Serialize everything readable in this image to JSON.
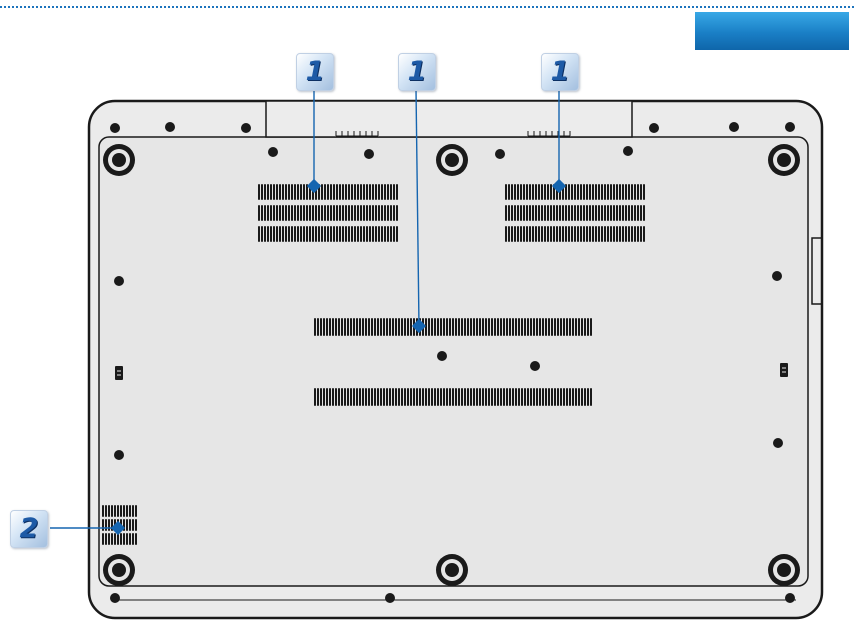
{
  "header": {
    "accent_color": "#1a7fc6"
  },
  "callouts": [
    {
      "label": "1",
      "points_to": "vent-left"
    },
    {
      "label": "1",
      "points_to": "vent-center"
    },
    {
      "label": "1",
      "points_to": "vent-right"
    },
    {
      "label": "2",
      "points_to": "speaker-grille"
    }
  ],
  "colors": {
    "chassis_fill": "#ebebeb",
    "outline": "#1a1a1a",
    "leader_line": "#1565b0"
  }
}
